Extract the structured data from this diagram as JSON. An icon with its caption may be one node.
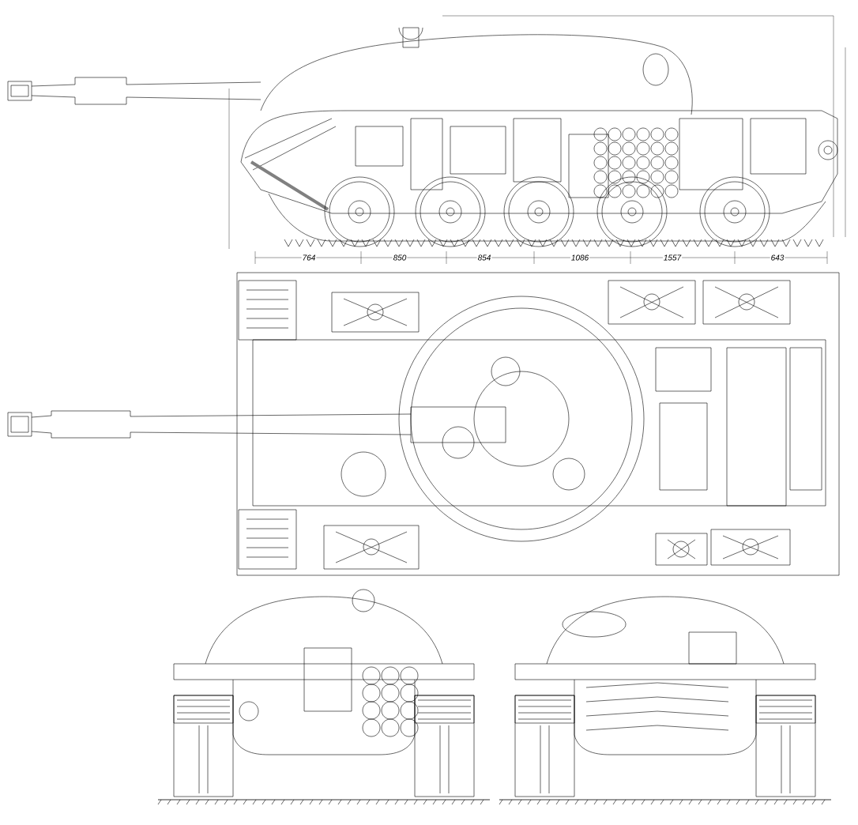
{
  "diagram": {
    "labels": [
      "764",
      "850",
      "854",
      "1086",
      "1557",
      "643"
    ]
  }
}
